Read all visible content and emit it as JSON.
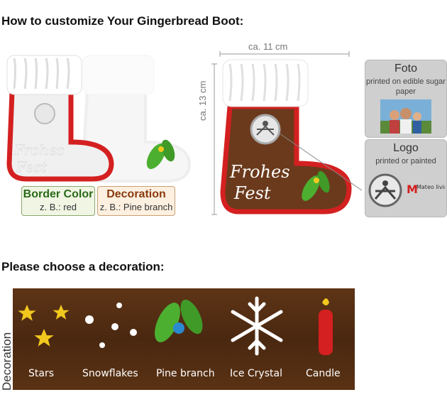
{
  "heading_customize": "How to customize Your Gingerbread Boot:",
  "heading_choose": "Please choose a decoration:",
  "boot_text_line1": "Frohes",
  "boot_text_line2": "Fest",
  "border_color": {
    "title": "Border Color",
    "example": "z. B.: red"
  },
  "decoration_tag": {
    "title": "Decoration",
    "example": "z. B.: Pine branch"
  },
  "dimensions": {
    "width": "ca. 11 cm",
    "height": "ca. 13 cm"
  },
  "foto": {
    "title": "Foto",
    "subtitle": "printed on edible sugar paper"
  },
  "logo": {
    "title": "Logo",
    "subtitle": "printed or painted",
    "brand": "Mateo living"
  },
  "decoration_side_label": "Decoration",
  "decorations": [
    "Stars",
    "Snowflakes",
    "Pine branch",
    "Ice Crystal",
    "Candle"
  ],
  "colors": {
    "border_red": "#d42020",
    "gingerbread": "#6b3a1c",
    "icing_white": "#ffffff",
    "pine_green": "#4caf30",
    "star_yellow": "#f2c81e"
  }
}
